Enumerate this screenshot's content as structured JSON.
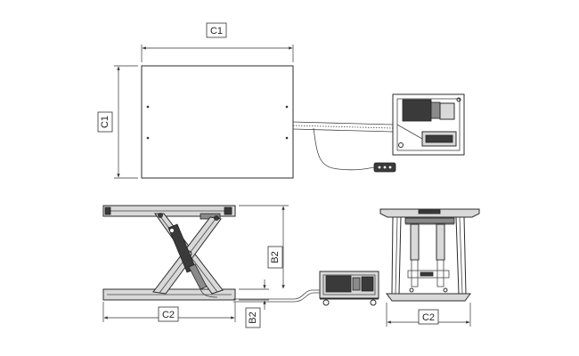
{
  "labels": {
    "top_width": "C1",
    "top_depth": "C1",
    "side_lift_height": "B2",
    "side_lowered_height": "B2",
    "side_base_length": "C2",
    "front_base_width": "C2"
  },
  "colors": {
    "line": "#2b2b2b",
    "part_fill": "#d9d9d9",
    "dark_fill": "#3a3a3a"
  }
}
